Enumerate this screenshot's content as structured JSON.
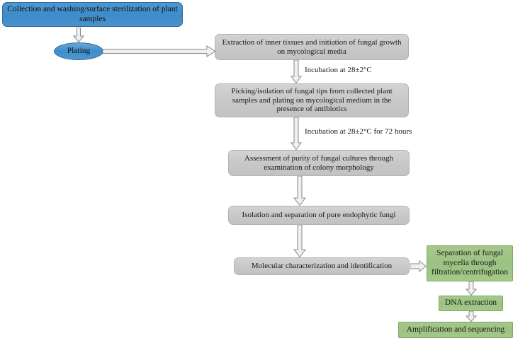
{
  "diagram": {
    "title": "Endophytic fungi isolation and identification workflow",
    "colors": {
      "blue_fill": "#3f8ecb",
      "blue_border": "#2d6ca3",
      "gray_fill": "#c8c8c8",
      "gray_border": "#b3b3b3",
      "green_fill": "#9cc283",
      "green_border": "#7aa75f",
      "arrow_stroke": "#8c8c8c",
      "arrow_fill": "#f2f2f2",
      "background": "#ffffff",
      "text": "#1a1a1a"
    },
    "nodes": [
      {
        "id": "collection",
        "shape": "rounded-rect",
        "style": "blue",
        "label": "Collection and washing/surface sterilization of plant samples"
      },
      {
        "id": "plating",
        "shape": "ellipse",
        "style": "blue",
        "label": "Plating"
      },
      {
        "id": "extraction",
        "shape": "rounded-rect",
        "style": "gray",
        "label": "Extraction of inner tissues and initiation of fungal growth on mycological media"
      },
      {
        "id": "picking",
        "shape": "rounded-rect",
        "style": "gray",
        "label": "Picking/isolation of fungal tips from collected plant samples and plating on mycological medium in the presence of antibiotics"
      },
      {
        "id": "assessment",
        "shape": "rounded-rect",
        "style": "gray",
        "label": "Assessment of purity of fungal cultures through examination of colony morphology"
      },
      {
        "id": "isolation",
        "shape": "rounded-rect",
        "style": "gray",
        "label": "Isolation and separation of pure endophytic fungi"
      },
      {
        "id": "molecular",
        "shape": "rounded-rect",
        "style": "gray",
        "label": "Molecular characterization and identification"
      },
      {
        "id": "separation",
        "shape": "rect",
        "style": "green",
        "label": "Separation of fungal mycelia through filtration/centrifugation"
      },
      {
        "id": "dna",
        "shape": "rect",
        "style": "green",
        "label": "DNA extraction"
      },
      {
        "id": "amplification",
        "shape": "rect",
        "style": "green",
        "label": "Amplification and sequencing"
      }
    ],
    "edges": [
      {
        "id": "collection-to-plating",
        "from": "collection",
        "to": "plating",
        "direction": "down",
        "label": ""
      },
      {
        "id": "plating-to-extraction",
        "from": "plating",
        "to": "extraction",
        "direction": "right",
        "label": ""
      },
      {
        "id": "extraction-to-picking",
        "from": "extraction",
        "to": "picking",
        "direction": "down",
        "label": "Incubation at 28±2°C"
      },
      {
        "id": "picking-to-assessment",
        "from": "picking",
        "to": "assessment",
        "direction": "down",
        "label": "Incubation at 28±2°C for 72 hours"
      },
      {
        "id": "assessment-to-isolation",
        "from": "assessment",
        "to": "isolation",
        "direction": "down",
        "label": ""
      },
      {
        "id": "isolation-to-molecular",
        "from": "isolation",
        "to": "molecular",
        "direction": "down",
        "label": ""
      },
      {
        "id": "molecular-to-separation",
        "from": "molecular",
        "to": "separation",
        "direction": "right",
        "label": ""
      },
      {
        "id": "separation-to-dna",
        "from": "separation",
        "to": "dna",
        "direction": "down",
        "label": ""
      },
      {
        "id": "dna-to-amplification",
        "from": "dna",
        "to": "amplification",
        "direction": "down",
        "label": ""
      }
    ]
  }
}
